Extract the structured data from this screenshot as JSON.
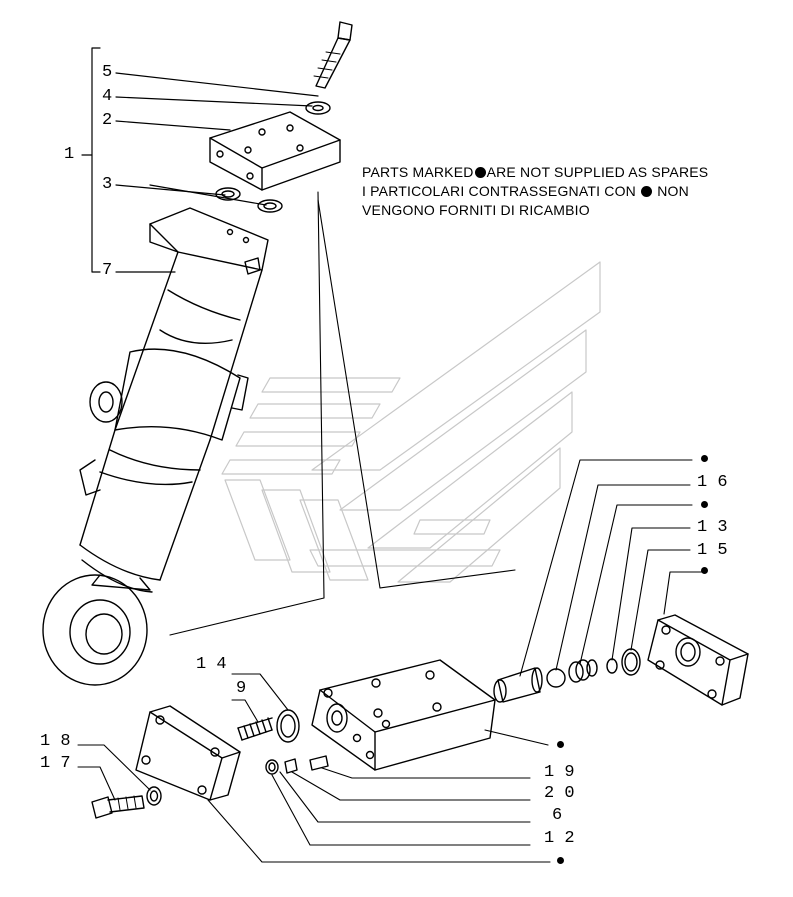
{
  "notes": {
    "line1_a": "PARTS MARKED",
    "line1_b": "ARE NOT SUPPLIED AS SPARES",
    "line2_a": "I PARTICOLARI CONTRASSEGNATI CON",
    "line2_b": "NON",
    "line3": "VENGONO FORNITI DI RICAMBIO"
  },
  "labels": {
    "l1": "1",
    "l2": "2",
    "l3": "3",
    "l4": "4",
    "l5": "5",
    "l6": "6",
    "l7": "7",
    "l9": "9",
    "l12": "1 2",
    "l13": "1 3",
    "l14": "1 4",
    "l15": "1 5",
    "l16": "1 6",
    "l17": "1 7",
    "l18": "1 8",
    "l19": "1 9",
    "l20": "2 0"
  },
  "colors": {
    "ink": "#000000",
    "watermark": "#c8c8c8"
  }
}
